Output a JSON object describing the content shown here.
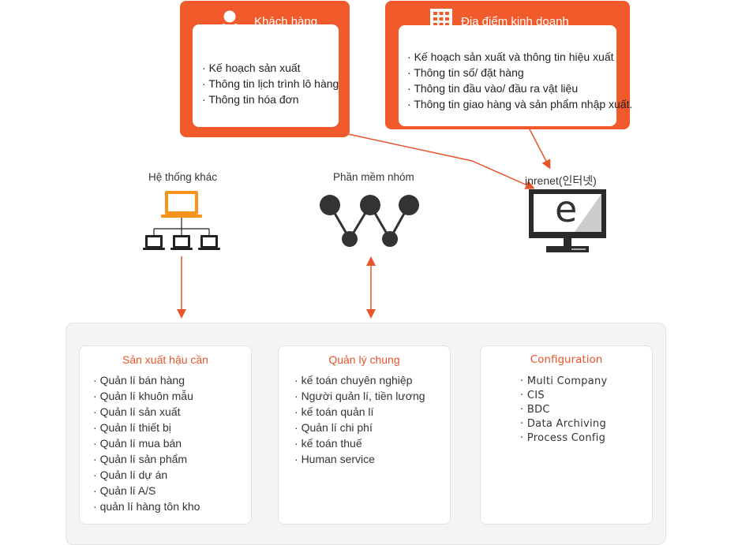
{
  "customer": {
    "title": "Khách hàng",
    "items": [
      "Kế hoạch sản xuất",
      "Thông tin lịch trình lô hàng",
      "Thông tin hóa đơn"
    ]
  },
  "business": {
    "title": "Địa điểm kinh doanh",
    "items": [
      "Kế hoạch sản xuất và thông tin hiệu xuất",
      "Thông tin số/ đặt hàng",
      "Thông tin đầu vào/ đầu ra vật liệu",
      "Thông tin giao hàng và sản phẩm nhập xuất."
    ]
  },
  "other_system": {
    "label": "Hệ thống khác"
  },
  "groupware": {
    "label": "Phần mềm nhóm"
  },
  "internet": {
    "label": "inrenet(인터넷)",
    "glyph": "e"
  },
  "modules": [
    {
      "title": "Sản xuất hậu cần",
      "items": [
        "Quản lí bán hàng",
        "Quản lí khuôn mẫu",
        "Quản lí sản xuất",
        "Quản lí thiết bị",
        "Quản lí mua bán",
        "Quản lí sản phẩm",
        "Quản lí dự án",
        "Quản lí A/S",
        "quản lí hàng tôn kho"
      ]
    },
    {
      "title": "Quản lý chung",
      "items": [
        "kế toán chuyên nghiệp",
        "Người quản lí, tiền lương",
        "kế toán quản lí",
        "Quản lí chi phí",
        "kế toán thuế",
        "Human service"
      ]
    },
    {
      "title": "Configuration",
      "items": [
        "Multi Company",
        "CIS",
        "BDC",
        "Data Archiving",
        "Process Config"
      ]
    }
  ],
  "colors": {
    "accent": "#f15a2b",
    "arrow": "#e8542a",
    "dark": "#333333",
    "laptop": "#f7941d"
  },
  "icons": [
    "person-icon",
    "building-icon",
    "network-icon",
    "groupware-icon",
    "monitor-icon"
  ]
}
